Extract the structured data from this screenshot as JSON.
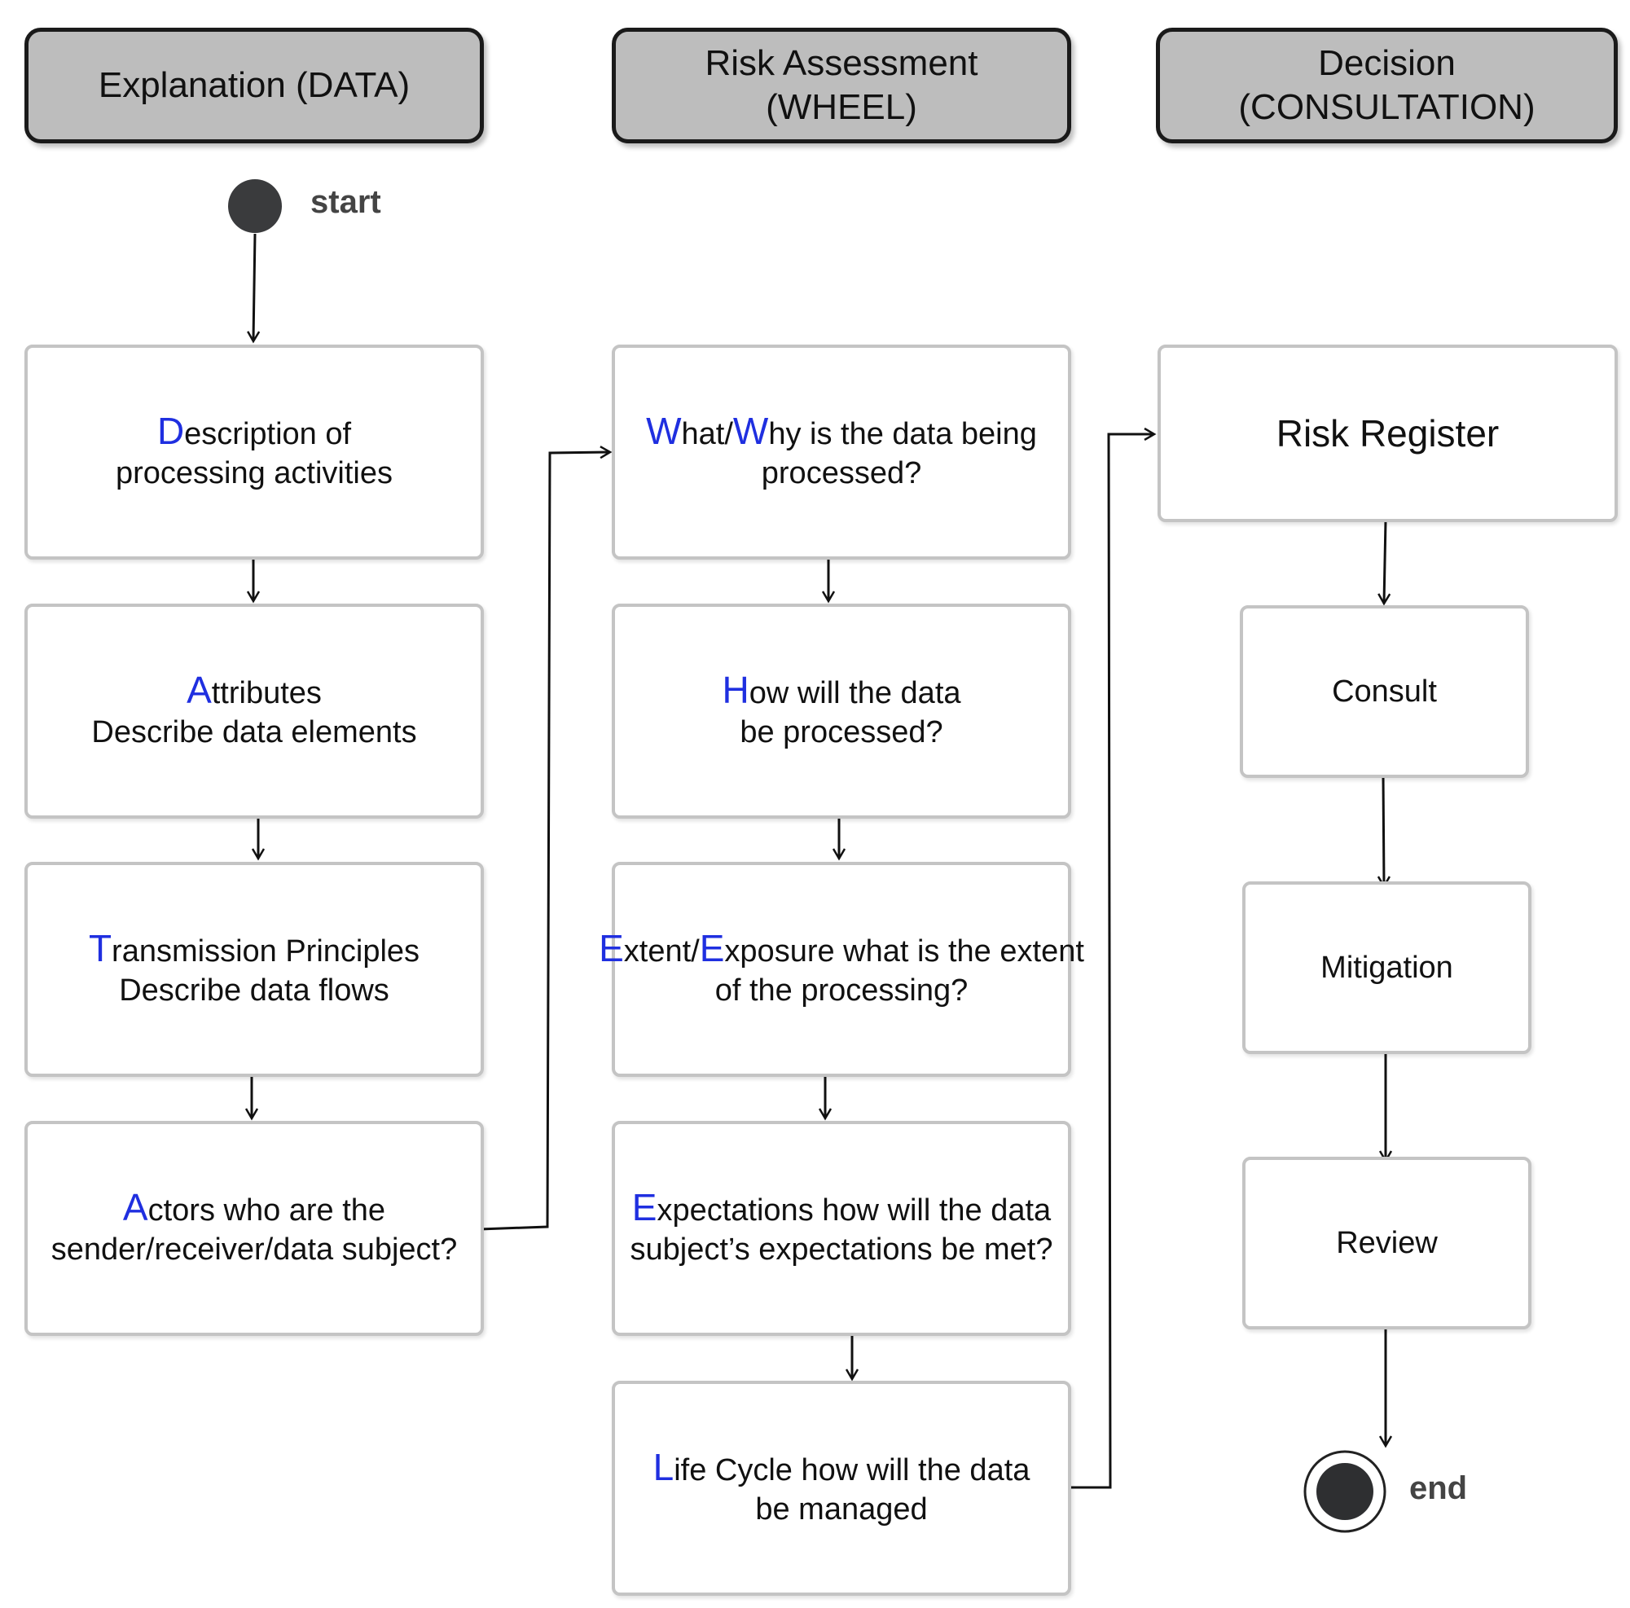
{
  "lanes": [
    {
      "title_line1": "Explanation (DATA)",
      "title_line2": ""
    },
    {
      "title_line1": "Risk Assessment",
      "title_line2": "(WHEEL)"
    },
    {
      "title_line1": "Decision",
      "title_line2": "(CONSULTATION)"
    }
  ],
  "start_label": "start",
  "end_label": "end",
  "data_boxes": [
    {
      "initial": "D",
      "line1_rest": "escription of",
      "line2": "processing activities"
    },
    {
      "initial": "A",
      "line1_rest": "ttributes",
      "line2": "Describe data elements"
    },
    {
      "initial": "T",
      "line1_rest": "ransmission Principles",
      "line2": "Describe data flows"
    },
    {
      "initial": "A",
      "line1_rest": "ctors who are the",
      "line2": "sender/receiver/data subject?"
    }
  ],
  "wheel_boxes": [
    {
      "initial": "W",
      "mid1": "hat/",
      "initial2": "W",
      "line1_rest": "hy is the data being",
      "line2": "processed?"
    },
    {
      "initial": "H",
      "line1_rest": "ow will the data",
      "line2": "be processed?"
    },
    {
      "initial": "E",
      "mid1": "xtent/",
      "initial2": "E",
      "line1_rest": "xposure what is the extent",
      "line2": "of the processing?"
    },
    {
      "initial": "E",
      "line1_rest": "xpectations how will the data",
      "line2": "subject’s expectations be met?"
    },
    {
      "initial": "L",
      "line1_rest": "ife Cycle how will the data",
      "line2": "be managed"
    }
  ],
  "decision_boxes": [
    {
      "label": "Risk Register"
    },
    {
      "label": "Consult"
    },
    {
      "label": "Mitigation"
    },
    {
      "label": "Review"
    }
  ]
}
